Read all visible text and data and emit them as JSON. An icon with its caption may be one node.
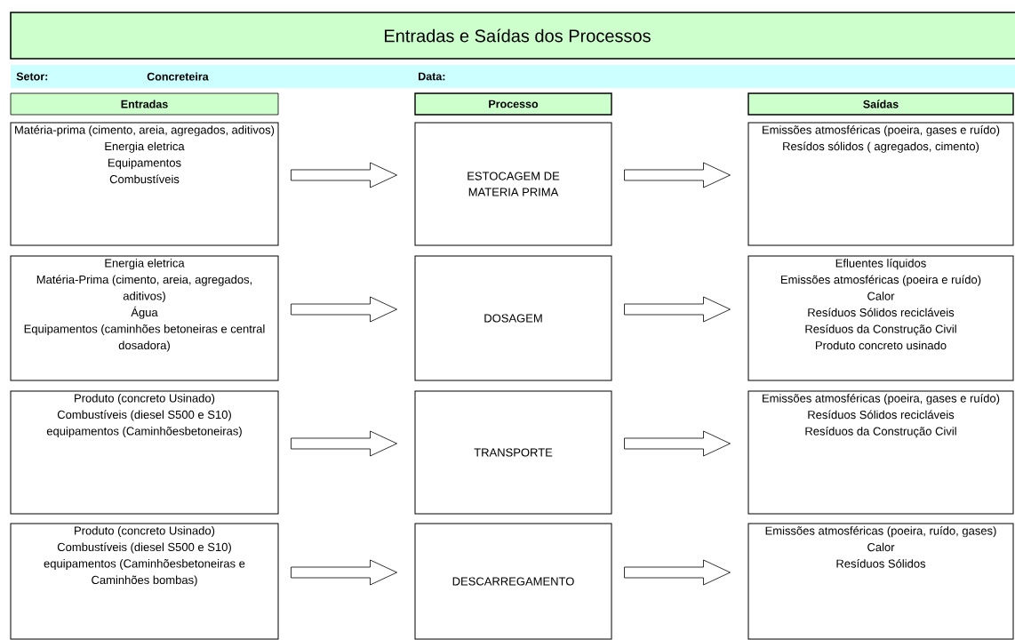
{
  "diagram": {
    "title": "Entradas e Saídas dos Processos",
    "nodes": [
      {
        "text": [
          "Entradas"
        ]
      },
      {
        "text": [
          "Processo"
        ]
      },
      {
        "text": [
          "Saídas"
        ]
      },
      {
        "text": [
          "Matéria-prima (cimento, areia, agregados, aditivos)",
          "Energia eletrica",
          "Equipamentos",
          "Combustíveis"
        ]
      },
      {
        "text": [
          "ESTOCAGEM DE MATERIA PRIMA"
        ]
      },
      {
        "text": [
          "Emissões atmosféricas (poeira, gases e ruído)",
          "Resídos sólidos ( agregados, cimento)"
        ]
      },
      {
        "text": [
          "Energia eletrica",
          "Matéria-Prima (cimento, areia, agregados, aditivos)",
          "Água",
          "Equipamentos (caminhões betoneiras e central dosadora)"
        ]
      },
      {
        "text": [
          "DOSAGEM"
        ]
      },
      {
        "text": [
          "Efluentes líquidos",
          "Emissões atmosféricas (poeira e ruído)",
          "Calor",
          "Resíduos Sólidos recicláveis",
          "Resíduos da Construção Civil",
          "Produto concreto usinado"
        ]
      },
      {
        "text": [
          "Produto (concreto Usinado)",
          "Combustíveis (diesel S500 e S10)",
          "equipamentos (Caminhõesbetoneiras)"
        ]
      },
      {
        "text": [
          "TRANSPORTE"
        ]
      },
      {
        "text": [
          "Emissões atmosféricas (poeira, gases e ruído)",
          "Resíduos Sólidos recicláveis",
          "Resíduos da Construção Civil"
        ]
      },
      {
        "text": [
          "Produto (concreto Usinado)",
          "Combustíveis (diesel S500 e S10)",
          "equipamentos (Caminhõesbetoneiras e Caminhões bombas)"
        ]
      },
      {
        "text": [
          "DESCARREGAMENTO"
        ]
      },
      {
        "text": [
          "Emissões atmosféricas (poeira, ruído, gases)",
          "Calor",
          "Resíduos Sólidos"
        ]
      }
    ],
    "edges": [
      {
        "from": 3,
        "to": 4,
        "arrow": "to"
      },
      {
        "from": 4,
        "to": 5,
        "arrow": "to"
      },
      {
        "from": 6,
        "to": 7,
        "arrow": "to"
      },
      {
        "from": 7,
        "to": 8,
        "arrow": "to"
      },
      {
        "from": 9,
        "to": 10,
        "arrow": "to"
      },
      {
        "from": 10,
        "to": 11,
        "arrow": "to"
      },
      {
        "from": 12,
        "to": 13,
        "arrow": "to"
      },
      {
        "from": 13,
        "to": 14,
        "arrow": "to"
      }
    ],
    "labels": [
      "Setor:",
      "Concreteira",
      "Data:"
    ]
  }
}
